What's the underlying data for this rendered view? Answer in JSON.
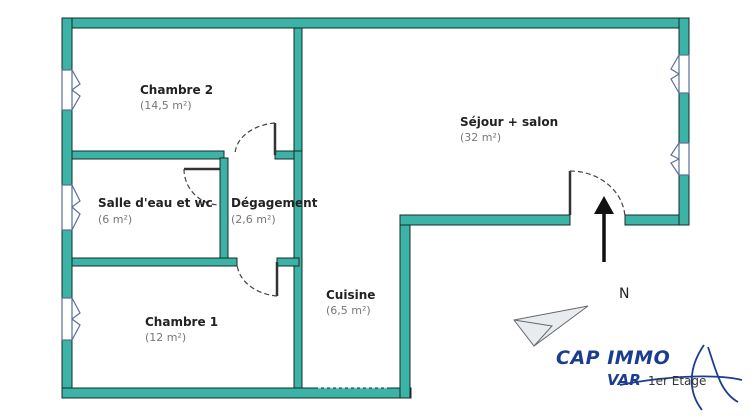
{
  "rooms": [
    {
      "id": "chambre-2",
      "name": "Chambre 2",
      "area": "(14,5 m²)"
    },
    {
      "id": "sejour-salon",
      "name": "Séjour + salon",
      "area": "(32 m²)"
    },
    {
      "id": "salle-deau-wc",
      "name": "Salle d'eau et wc",
      "area": "(6 m²)"
    },
    {
      "id": "degagement",
      "name": "Dégagement",
      "area": "(2,6 m²)"
    },
    {
      "id": "cuisine",
      "name": "Cuisine",
      "area": "(6,5 m²)"
    },
    {
      "id": "chambre-1",
      "name": "Chambre 1",
      "area": "(12 m²)"
    }
  ],
  "compass": {
    "label": "N"
  },
  "logo": {
    "name": "CAP IMMO",
    "sub": "VAR",
    "floor": "1er Etage"
  },
  "colors": {
    "wall_fill": "#3bb3a6",
    "wall_stroke": "#1a2a2a",
    "logo": "#1b3d8f",
    "door": "#444444"
  }
}
